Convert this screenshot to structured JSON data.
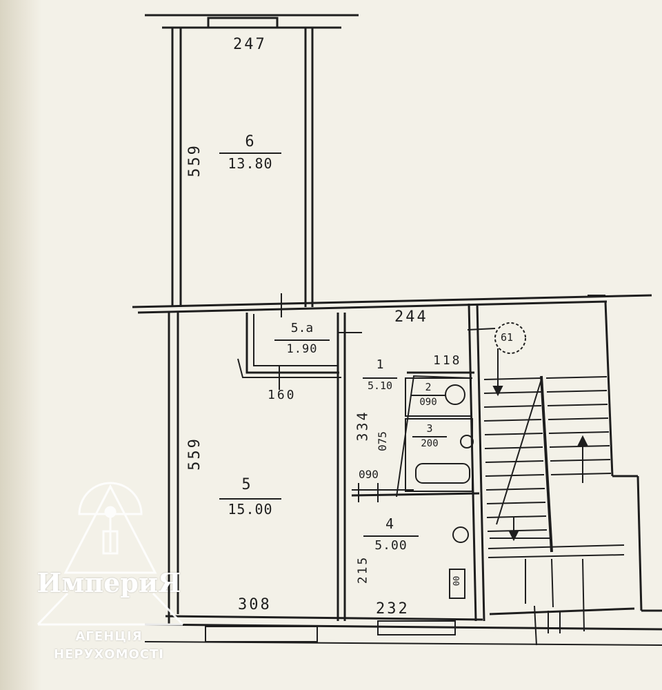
{
  "plan": {
    "top_width": "247",
    "room6_height": "559",
    "room5_height": "559",
    "corridor_width": "244",
    "closet_width": "160",
    "room1_depth": "334",
    "bath_width": "118",
    "room5_width": "308",
    "room4_width": "232",
    "room4_depth": "215"
  },
  "rooms": {
    "r6": {
      "num": "6",
      "area": "13.80"
    },
    "r5": {
      "num": "5",
      "area": "15.00"
    },
    "r5a": {
      "num": "5.a",
      "area": "1.90"
    },
    "r1": {
      "num": "1",
      "area": "5.10"
    },
    "r2": {
      "num": "2",
      "area": "090"
    },
    "r3": {
      "num": "3",
      "area": "200"
    },
    "r4": {
      "num": "4",
      "area": "5.00"
    }
  },
  "details": {
    "d075": "075",
    "d090": "090",
    "stair_mark": "61",
    "stove_label": "00"
  },
  "watermark": {
    "title": "ИмпериЯ",
    "line1": "АГЕНЦІЯ",
    "line2": "НЕРУХОМОСТІ"
  }
}
